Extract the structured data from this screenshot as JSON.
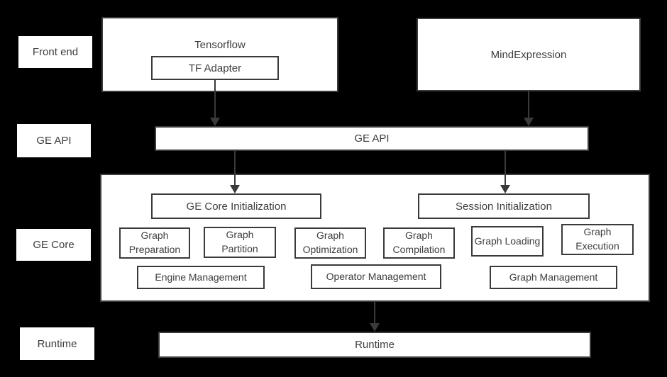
{
  "colors": {
    "background": "#000000",
    "box_fill": "#ffffff",
    "border": "#3a3a3a",
    "text": "#3d3d3d",
    "arrow": "#3a3a3a"
  },
  "side_labels": {
    "front_end": "Front end",
    "ge_api": "GE API",
    "ge_core": "GE Core",
    "runtime": "Runtime"
  },
  "front_end_row": {
    "tensorflow_title": "Tensorflow",
    "tf_adapter": "TF Adapter",
    "mind_expression": "MindExpression"
  },
  "ge_api_bar": "GE API",
  "ge_core": {
    "ge_core_initialization": "GE Core Initialization",
    "session_initialization": "Session Initialization",
    "stages": [
      "Graph Preparation",
      "Graph Partition",
      "Graph Optimization",
      "Graph Compilation",
      "Graph Loading",
      "Graph Execution"
    ],
    "management": [
      "Engine Management",
      "Operator Management",
      "Graph Management"
    ]
  },
  "runtime_bar": "Runtime"
}
